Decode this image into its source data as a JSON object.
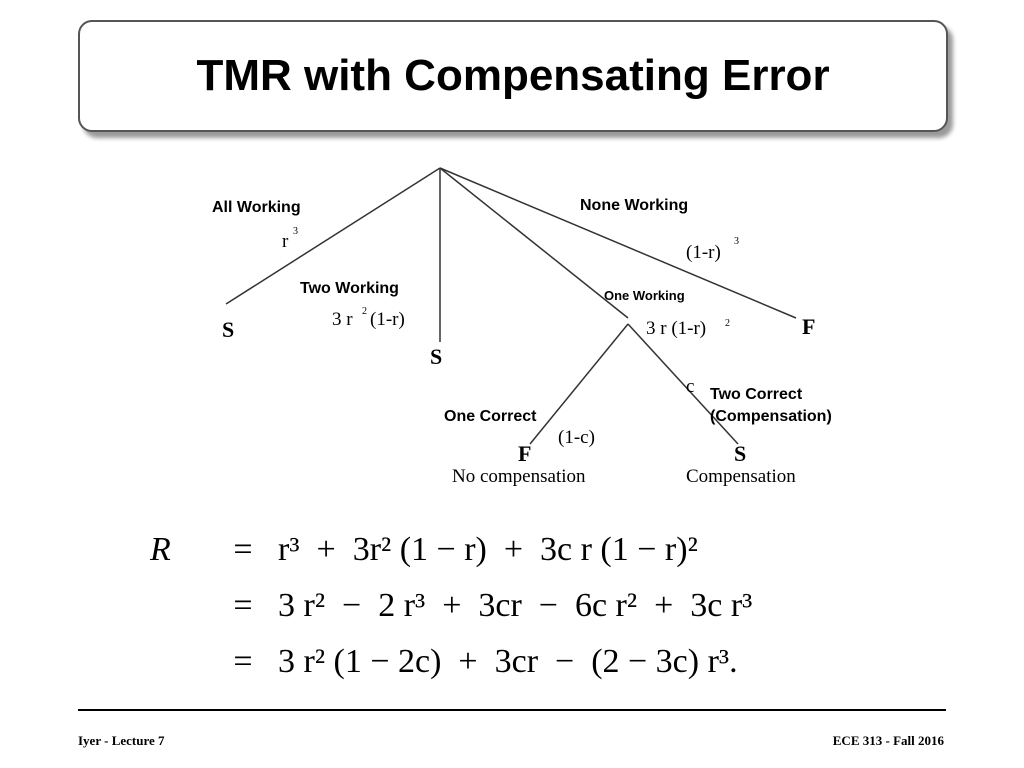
{
  "slide": {
    "title": "TMR with Compensating Error"
  },
  "tree": {
    "labels": {
      "all_working": "All Working",
      "two_working": "Two Working",
      "one_working": "One Working",
      "none_working": "None Working",
      "one_correct": "One Correct",
      "two_correct": "Two Correct",
      "compensation_paren": "(Compensation)"
    },
    "probabilities": {
      "all_base": "r",
      "all_exp": "3",
      "two_pre": "3 r",
      "two_exp": "2",
      "two_post": "(1-r)",
      "one_pre": "3 r (1-r)",
      "one_exp": "2",
      "none_base": "(1-r)",
      "none_exp": "3",
      "c": "c",
      "one_minus_c": "(1-c)"
    },
    "outcomes": {
      "s_all": "S",
      "s_two": "S",
      "f_none": "F",
      "f_no_comp": "F",
      "s_comp": "S",
      "no_compensation": "No compensation",
      "compensation": "Compensation"
    }
  },
  "equation": {
    "lhs": "R",
    "eq": "=",
    "line1": "r³  +  3r² (1 − r)  +  3c r (1 − r)²",
    "line2": "3 r²  −  2 r³  +  3cr  −  6c r²  +  3c r³",
    "line3": "3 r² (1 − 2c)  +  3cr  −  (2 − 3c) r³."
  },
  "footer": {
    "left": "Iyer  - Lecture 7",
    "right": "ECE 313 - Fall 2016"
  }
}
